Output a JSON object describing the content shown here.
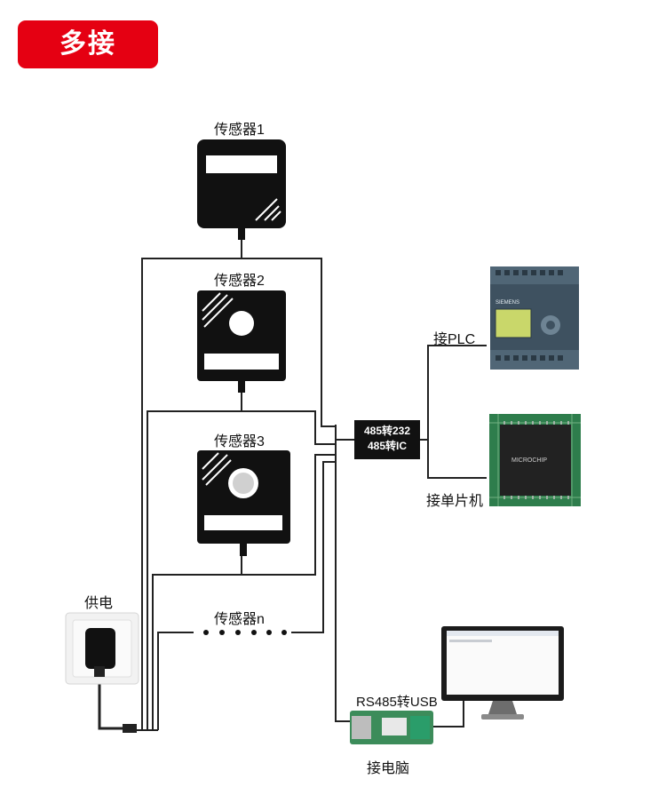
{
  "title": "多接",
  "sensors": [
    {
      "label": "传感器1"
    },
    {
      "label": "传感器2"
    },
    {
      "label": "传感器3"
    },
    {
      "label": "传感器n"
    }
  ],
  "power": {
    "label": "供电"
  },
  "converter": {
    "line1": "485转232",
    "line2": "485转IC"
  },
  "targets": {
    "plc": "接PLC",
    "mcu": "接单片机",
    "usb": "RS485转USB",
    "pc": "接电脑"
  },
  "device_text": {
    "plc_brand": "SIEMENS",
    "chip_brand": "MICROCHIP"
  },
  "colors": {
    "accent": "#e50012",
    "device": "#111111",
    "wire": "#222222"
  }
}
